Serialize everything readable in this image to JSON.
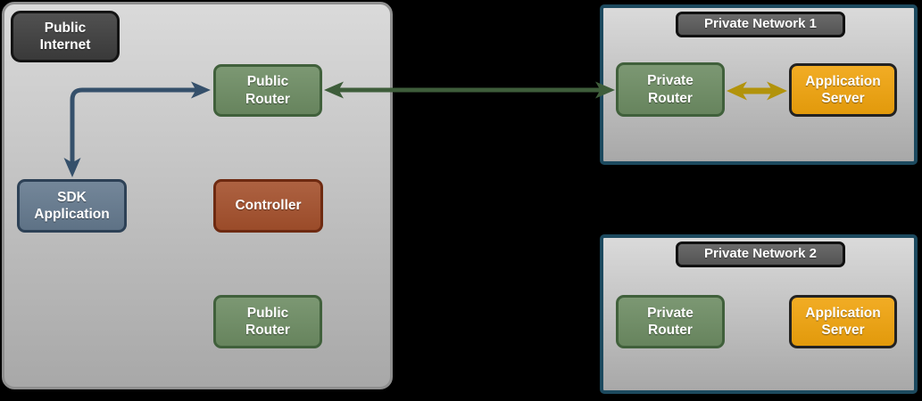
{
  "colors": {
    "canvas_bg": "#000000",
    "zone_fill_top": "#dadada",
    "zone_fill_bottom": "#a8a8a8",
    "zone_border": "#8f8f8f",
    "network_border": "#1d4a5f",
    "dark_node_fill": "#3d3d3d",
    "dark_node_border": "#141414",
    "title_fill": "#595959",
    "title_border": "#101010",
    "green_fill": "#6d8c63",
    "green_border": "#40603b",
    "blue_fill": "#64798e",
    "blue_border": "#2d4156",
    "rust_fill": "#a4502c",
    "rust_border": "#6e2a11",
    "orange_fill": "#f0a30c",
    "orange_border": "#222222",
    "slate_arrow": "#35506b",
    "green_arrow": "#3e5d3a",
    "yellow_arrow": "#b2930b"
  },
  "diagram": {
    "public_internet_zone": {
      "label": "Public\nInternet",
      "nodes": {
        "public_router_top": "Public\nRouter",
        "sdk_application": "SDK\nApplication",
        "controller": "Controller",
        "public_router_bottom": "Public\nRouter"
      }
    },
    "private_network_1": {
      "title": "Private Network 1",
      "nodes": {
        "private_router": "Private\nRouter",
        "application_server": "Application\nServer"
      }
    },
    "private_network_2": {
      "title": "Private Network 2",
      "nodes": {
        "private_router": "Private\nRouter",
        "application_server": "Application\nServer"
      }
    },
    "connections": [
      {
        "from": "sdk_application",
        "to": "public_router_top",
        "shape": "elbow",
        "bidirectional": true,
        "color": "#35506b"
      },
      {
        "from": "public_router_top",
        "to": "private_network_1.private_router",
        "shape": "straight",
        "bidirectional": true,
        "color": "#3e5d3a"
      },
      {
        "from": "private_network_1.private_router",
        "to": "private_network_1.application_server",
        "shape": "straight",
        "bidirectional": true,
        "color": "#b2930b"
      }
    ]
  }
}
